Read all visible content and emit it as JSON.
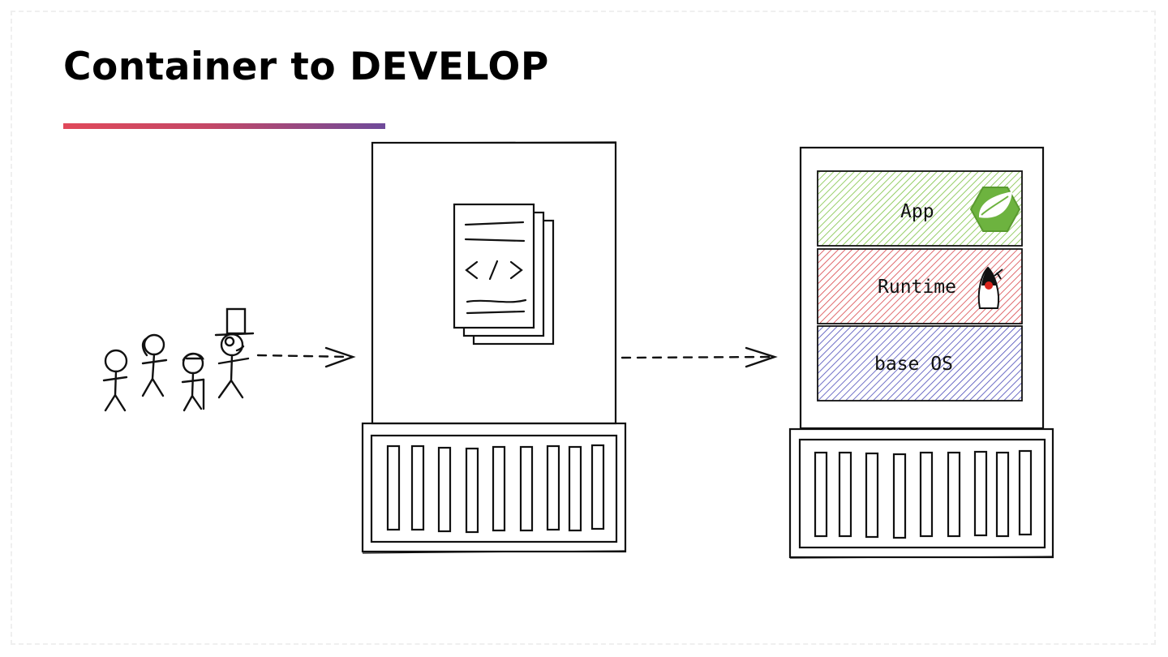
{
  "slide": {
    "title": "Container to DEVELOP",
    "accent_colors": [
      "#e0485a",
      "#6e4a9a"
    ]
  },
  "image_stack": {
    "layers": [
      {
        "label": "App",
        "color": "#7cc242",
        "icon": "spring-leaf-icon"
      },
      {
        "label": "Runtime",
        "color": "#d9464b",
        "icon": "java-duke-icon"
      },
      {
        "label": "base OS",
        "color": "#4a4ab8",
        "icon": ""
      }
    ]
  },
  "icons": [
    "developers-group-icon",
    "source-code-document-icon",
    "arrow-right-icon",
    "container-base-icon"
  ]
}
